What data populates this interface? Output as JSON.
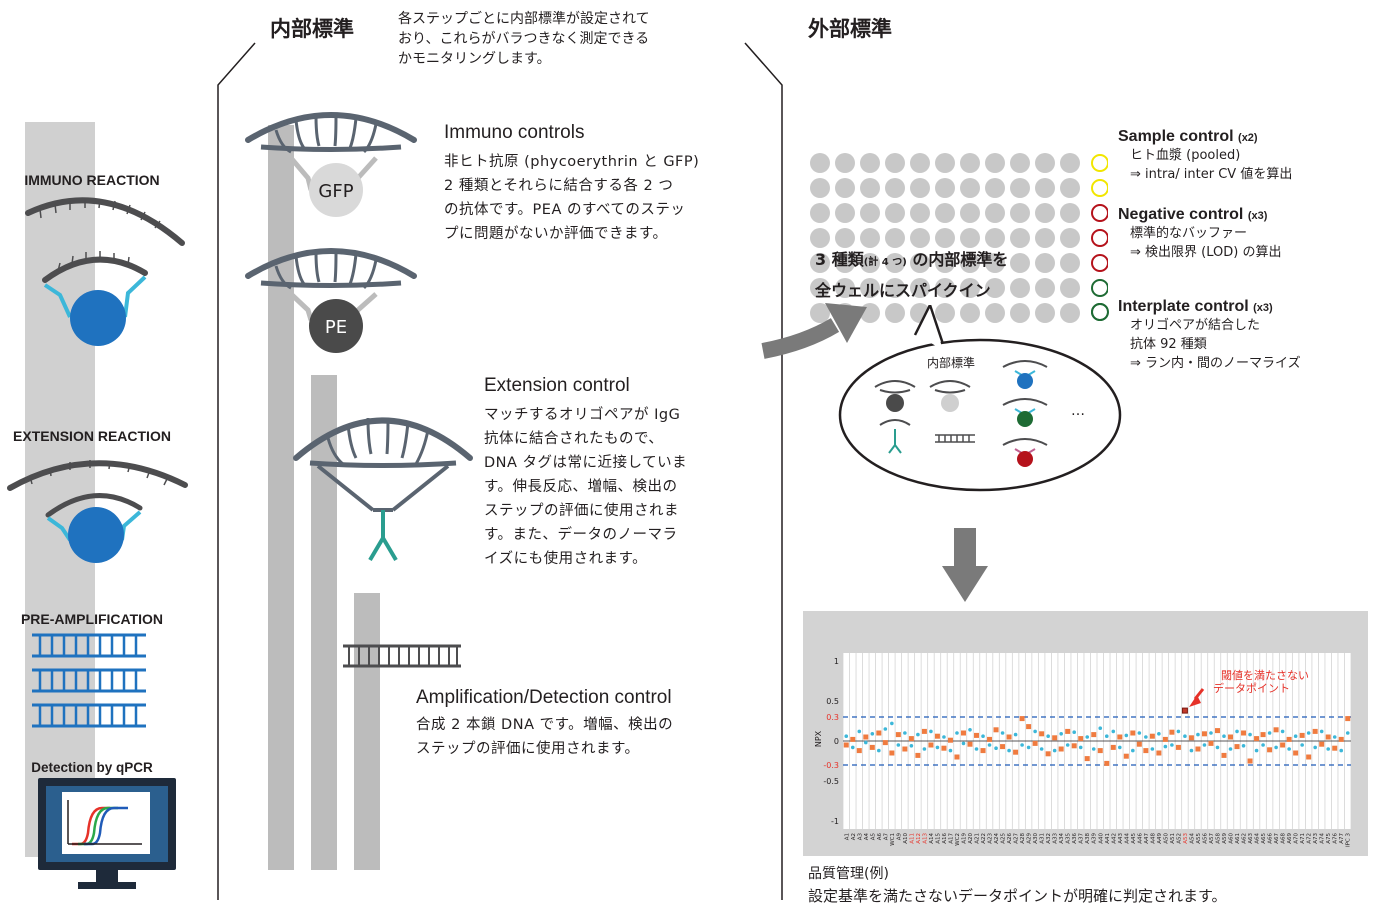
{
  "internal": {
    "heading": "内部標準",
    "description": [
      "各ステップごとに内部標準が設定されて",
      "おり、これらがバラつきなく測定できる",
      "かモニタリングします。"
    ],
    "immuno": {
      "title": "Immuno controls",
      "body": [
        "非ヒト抗原 (phycoerythrin と GFP)",
        "2 種類とそれらに結合する各 2 つ",
        "の抗体です。PEA のすべてのステッ",
        "プに問題がないか評価できます。"
      ],
      "gfp_label": "GFP",
      "pe_label": "PE"
    },
    "extension": {
      "title": "Extension control",
      "body": [
        "マッチするオリゴペアが IgG",
        "抗体に結合されたもので、",
        "DNA タグは常に近接していま",
        "す。伸長反応、増幅、検出の",
        "ステップの評価に使用されま",
        "す。また、データのノーマラ",
        "イズにも使用されます。"
      ]
    },
    "amplification": {
      "title": "Amplification/Detection control",
      "body": [
        "合成 2 本鎖 DNA です。増幅、検出の",
        "ステップの評価に使用されます。"
      ]
    }
  },
  "stages": {
    "immuno_reaction": "IMMUNO REACTION",
    "extension_reaction": "EXTENSION REACTION",
    "pre_amplification": "PRE-AMPLIFICATION",
    "detection": "Detection by qPCR"
  },
  "external": {
    "heading": "外部標準",
    "spike_text_1a": "3 種類",
    "spike_text_1b": "(計 4 つ)",
    "spike_text_1c": " の内部標準を",
    "spike_text_2": "全ウェルにスパイクイン",
    "bubble_label": "内部標準",
    "bubble_ellipsis": "…",
    "sample_control": {
      "title": "Sample control",
      "count": "(x2)",
      "lines": [
        "ヒト血漿 (pooled)",
        "⇒ intra/ inter CV 値を算出"
      ]
    },
    "negative_control": {
      "title": "Negative control",
      "count": "(x3)",
      "lines": [
        "標準的なバッファー",
        "⇒ 検出限界 (LOD) の算出"
      ]
    },
    "interplate_control": {
      "title": "Interplate control",
      "count": "(x3)",
      "lines": [
        "オリゴペアが結合した",
        "抗体 92 種類",
        "⇒ ラン内・間のノーマライズ"
      ]
    },
    "colors": {
      "sample": "#f2e600",
      "negative": "#b5121b",
      "interplate": "#1e6b34",
      "well": "#c8c8c8"
    }
  },
  "qc": {
    "caption_title": "品質管理(例)",
    "caption_body": "設定基準を満たさないデータポイントが明確に判定されます。",
    "callout": [
      "閾値を満たさない",
      "データポイント"
    ],
    "threshold_pos": "0.3",
    "threshold_neg": "-0.3"
  },
  "chart_data": {
    "type": "scatter",
    "ylabel": "NPX",
    "ylim": [
      -1.1,
      1.1
    ],
    "yticks": [
      "1",
      "0.5",
      "0.3",
      "0",
      "-0.3",
      "-0.5",
      "-1"
    ],
    "threshold_lines": [
      0.3,
      -0.3
    ],
    "categories": [
      "A1",
      "A2",
      "A3",
      "A4",
      "A5",
      "A6",
      "A7",
      "WC1",
      "A9",
      "A10",
      "A11",
      "A12",
      "A13",
      "A14",
      "A15",
      "A16",
      "A17",
      "WC2",
      "A19",
      "A20",
      "A21",
      "A22",
      "A23",
      "A24",
      "A25",
      "A26",
      "A27",
      "A28",
      "A29",
      "A30",
      "A31",
      "A32",
      "A33",
      "A34",
      "A35",
      "A36",
      "A37",
      "A38",
      "A39",
      "A40",
      "A41",
      "A42",
      "A43",
      "A44",
      "A45",
      "A46",
      "A47",
      "A48",
      "A49",
      "A50",
      "A51",
      "A52",
      "A53",
      "A54",
      "A55",
      "A56",
      "A57",
      "A58",
      "A59",
      "A60",
      "A61",
      "A62",
      "A63",
      "A64",
      "A65",
      "A66",
      "A67",
      "A68",
      "A69",
      "A70",
      "A71",
      "A72",
      "A73",
      "A74",
      "A75",
      "A76",
      "A77",
      "IPC 3"
    ],
    "series": [
      {
        "values": [
          -0.05,
          0.02,
          -0.12,
          0.05,
          -0.08,
          0.1,
          -0.02,
          -0.15,
          0.08,
          -0.1,
          0.03,
          -0.18,
          0.12,
          -0.05,
          0.06,
          -0.09,
          0.01,
          -0.2,
          0.1,
          -0.04,
          0.07,
          -0.12,
          0.02,
          0.14,
          -0.07,
          0.05,
          -0.14,
          0.28,
          0.18,
          -0.03,
          0.09,
          -0.16,
          0.04,
          -0.1,
          0.12,
          -0.06,
          0.03,
          -0.22,
          0.08,
          -0.12,
          -0.28,
          -0.08,
          0.05,
          -0.19,
          0.1,
          -0.04,
          -0.12,
          0.06,
          -0.15,
          0.02,
          0.11,
          -0.08,
          0.38,
          0.04,
          -0.1,
          0.09,
          -0.03,
          0.13,
          -0.18,
          0.05,
          -0.07,
          0.1,
          -0.25,
          0.03,
          0.08,
          -0.11,
          0.14,
          -0.05,
          0.02,
          -0.15,
          0.07,
          -0.2,
          0.12,
          -0.04,
          0.05,
          -0.09,
          0.02,
          0.28
        ]
      },
      {
        "values": [
          0.06,
          -0.08,
          0.12,
          -0.02,
          0.09,
          -0.12,
          0.15,
          0.22,
          -0.05,
          0.1,
          -0.06,
          0.08,
          -0.1,
          0.12,
          -0.08,
          0.05,
          -0.12,
          0.1,
          -0.03,
          0.14,
          -0.1,
          0.06,
          -0.05,
          -0.09,
          0.1,
          -0.12,
          0.08,
          -0.05,
          -0.08,
          0.12,
          -0.1,
          0.06,
          -0.12,
          0.09,
          -0.05,
          0.11,
          -0.08,
          0.05,
          -0.1,
          0.16,
          0.06,
          0.12,
          -0.08,
          0.07,
          -0.12,
          0.1,
          0.05,
          -0.1,
          0.09,
          -0.07,
          -0.05,
          0.12,
          0.06,
          -0.12,
          0.08,
          -0.05,
          0.1,
          -0.08,
          0.06,
          -0.1,
          0.12,
          -0.06,
          0.08,
          -0.12,
          -0.05,
          0.1,
          -0.08,
          0.12,
          -0.1,
          0.06,
          -0.05,
          0.1,
          -0.08,
          0.12,
          -0.1,
          0.05,
          -0.12,
          0.1
        ]
      }
    ]
  }
}
